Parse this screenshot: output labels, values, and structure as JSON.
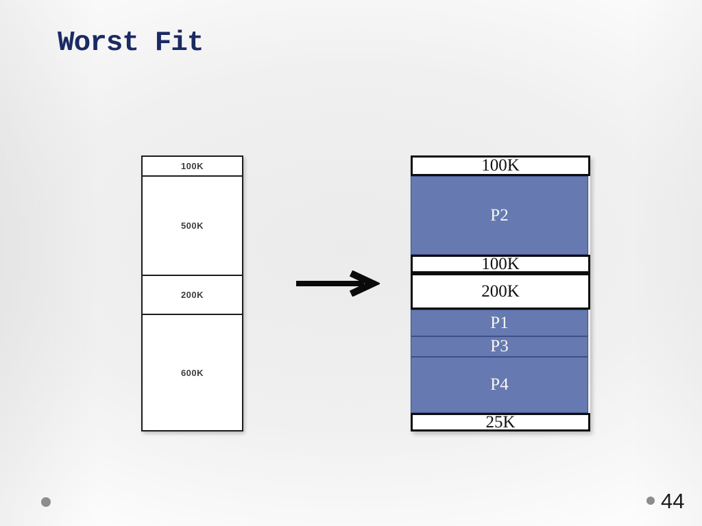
{
  "slide": {
    "title": "Worst Fit",
    "page_number": "44"
  },
  "diagram": {
    "before": {
      "description": "free memory holes before allocation",
      "segments": [
        {
          "label": "100K",
          "state": "free"
        },
        {
          "label": "500K",
          "state": "free"
        },
        {
          "label": "200K",
          "state": "free"
        },
        {
          "label": "600K",
          "state": "free"
        }
      ]
    },
    "after": {
      "description": "memory after worst-fit allocation",
      "segments": [
        {
          "label": "100K",
          "state": "free"
        },
        {
          "label": "P2",
          "state": "allocated"
        },
        {
          "label": "100K",
          "state": "free"
        },
        {
          "label": "200K",
          "state": "free"
        },
        {
          "label": "P1",
          "state": "allocated"
        },
        {
          "label": "P3",
          "state": "allocated"
        },
        {
          "label": "P4",
          "state": "allocated"
        },
        {
          "label": "25K",
          "state": "free"
        }
      ]
    },
    "colors": {
      "title_text": "#1b2a63",
      "allocated_fill": "#6679b1",
      "allocated_border": "#3e4f87",
      "free_fill": "#ffffff",
      "free_border": "#0d0d0d",
      "arrow": "#0a0a0a"
    }
  }
}
